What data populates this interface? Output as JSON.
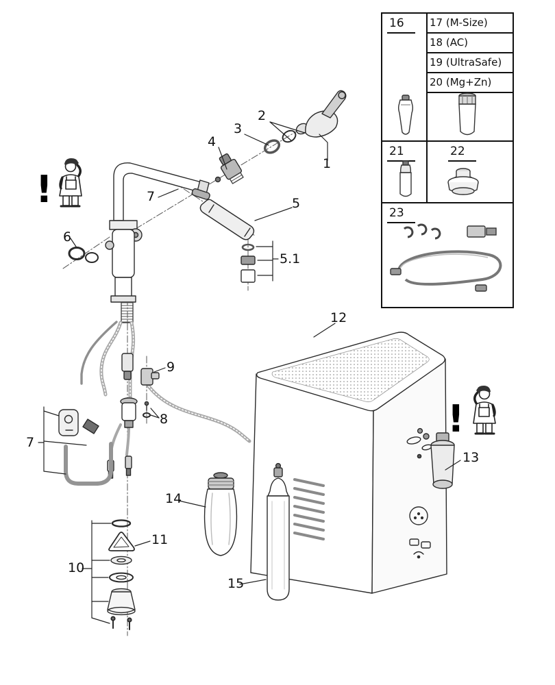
{
  "colors": {
    "ink": "#1a1a1a",
    "background": "#ffffff",
    "hose_gray": "#a8a8a8",
    "legend_border": "#111111"
  },
  "warning": {
    "mark": "!"
  },
  "callouts": {
    "n1": "1",
    "n2": "2",
    "n3": "3",
    "n4": "4",
    "n5": "5",
    "n5_1": "5.1",
    "n6": "6",
    "n7_spout": "7",
    "n7_bracket": "7",
    "n8": "8",
    "n9": "9",
    "n10": "10",
    "n11": "11",
    "n12": "12",
    "n13": "13",
    "n14": "14",
    "n15": "15"
  },
  "legend": {
    "item16": "16",
    "item21": "21",
    "item22": "22",
    "item23": "23",
    "filter_options": [
      {
        "label": "17 (M-Size)"
      },
      {
        "label": "18 (AC)"
      },
      {
        "label": "19 (UltraSafe)"
      },
      {
        "label": "20 (Mg+Zn)"
      }
    ]
  }
}
